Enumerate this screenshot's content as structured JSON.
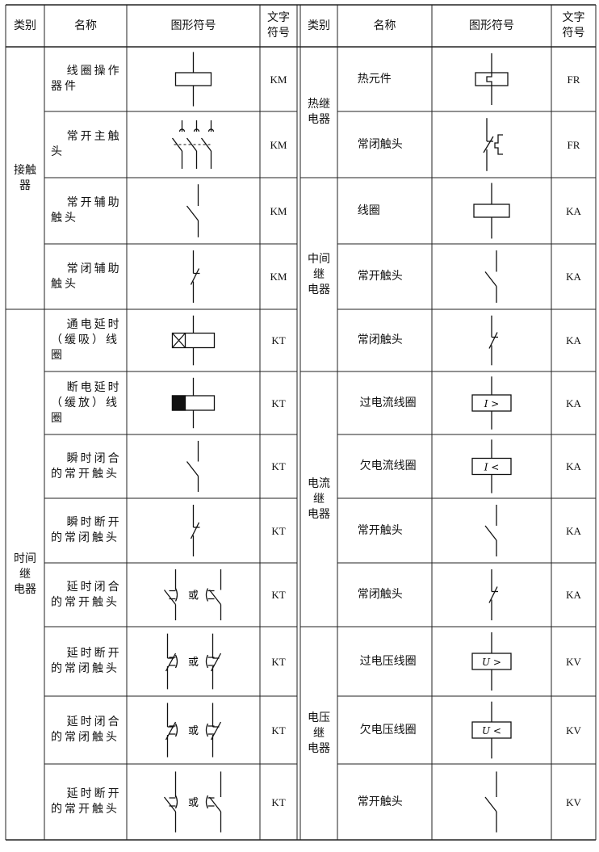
{
  "headers": {
    "category": "类别",
    "name": "名称",
    "symbol": "图形符号",
    "code": "文字\n符号"
  },
  "left": {
    "groups": [
      {
        "category": "接触\n器"
      },
      {
        "category": "时间\n继\n电器"
      }
    ],
    "rows": [
      {
        "name": "线圈操作器件",
        "code": "KM",
        "symbol": "coil-icon"
      },
      {
        "name": "常开主触头",
        "code": "KM",
        "symbol": "main-contacts-icon"
      },
      {
        "name": "常开辅助触头",
        "code": "KM",
        "symbol": "no-contact-icon"
      },
      {
        "name": "常闭辅助触头",
        "code": "KM",
        "symbol": "nc-contact-icon"
      },
      {
        "name": "通电延时（缓吸）线圈",
        "code": "KT",
        "symbol": "on-delay-coil-icon"
      },
      {
        "name": "断电延时（缓放）线圈",
        "code": "KT",
        "symbol": "off-delay-coil-icon"
      },
      {
        "name": "瞬时闭合的常开触头",
        "code": "KT",
        "symbol": "no-contact-icon"
      },
      {
        "name": "瞬时断开的常闭触头",
        "code": "KT",
        "symbol": "nc-contact-icon"
      },
      {
        "name": "延时闭合的常开触头",
        "code": "KT",
        "symbol": "delay-close-no-icon"
      },
      {
        "name": "延时断开的常闭触头",
        "code": "KT",
        "symbol": "delay-open-nc-icon"
      },
      {
        "name": "延时闭合的常闭触头",
        "code": "KT",
        "symbol": "delay-close-nc-icon"
      },
      {
        "name": "延时断开的常开触头",
        "code": "KT",
        "symbol": "delay-open-no-icon"
      }
    ],
    "or_text": "或"
  },
  "right": {
    "groups": [
      {
        "category": "热继\n电器"
      },
      {
        "category": "中间\n继\n电器"
      },
      {
        "category": "电流\n继\n电器"
      },
      {
        "category": "电压\n继\n电器"
      }
    ],
    "rows": [
      {
        "name": "热元件",
        "code": "FR",
        "symbol": "thermal-element-icon"
      },
      {
        "name": "常闭触头",
        "code": "FR",
        "symbol": "thermal-nc-icon"
      },
      {
        "name": "线圈",
        "code": "KA",
        "symbol": "coil-icon"
      },
      {
        "name": "常开触头",
        "code": "KA",
        "symbol": "no-contact-icon"
      },
      {
        "name": "常闭触头",
        "code": "KA",
        "symbol": "nc-contact-icon"
      },
      {
        "name": "过电流线圈",
        "code": "KA",
        "symbol": "overcurrent-coil-icon",
        "label": "I >"
      },
      {
        "name": "欠电流线圈",
        "code": "KA",
        "symbol": "undercurrent-coil-icon",
        "label": "I <"
      },
      {
        "name": "常开触头",
        "code": "KA",
        "symbol": "no-contact-icon"
      },
      {
        "name": "常闭触头",
        "code": "KA",
        "symbol": "nc-contact-icon"
      },
      {
        "name": "过电压线圈",
        "code": "KV",
        "symbol": "overvoltage-coil-icon",
        "label": "U >"
      },
      {
        "name": "欠电压线圈",
        "code": "KV",
        "symbol": "undervoltage-coil-icon",
        "label": "U <"
      },
      {
        "name": "常开触头",
        "code": "KV",
        "symbol": "no-contact-icon"
      }
    ]
  }
}
